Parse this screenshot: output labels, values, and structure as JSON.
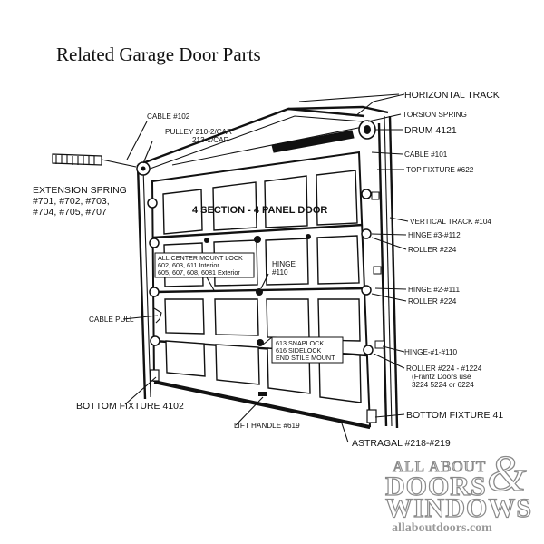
{
  "title": "Related Garage Door Parts",
  "door_title": "4 SECTION - 4 PANEL DOOR",
  "labels": {
    "horizontal_track": "HORIZONTAL TRACK",
    "torsion_spring": "TORSION SPRING",
    "drum": "DRUM 4121",
    "cable_101": "CABLE #101",
    "top_fixture": "TOP FIXTURE #622",
    "vertical_track": "VERTICAL TRACK #104",
    "hinge_3": "HINGE #3-#112",
    "roller_224_a": "ROLLER #224",
    "hinge_2": "HINGE #2-#111",
    "roller_224_b": "ROLLER #224",
    "hinge_1": "HINGE-#1-#110",
    "roller_bottom_1": "ROLLER #224 - #1224",
    "roller_bottom_2": "(Frantz Doors use",
    "roller_bottom_3": "3224  5224 or 6224",
    "bottom_fixture_41": "BOTTOM FIXTURE 41",
    "astragal": "ASTRAGAL #218-#219",
    "lift_handle": "LIFT HANDLE #619",
    "bottom_fixture_4102": "BOTTOM FIXTURE 4102",
    "cable_pull": "CABLE PULL",
    "cable_102": "CABLE #102",
    "pulley_1": "PULLEY 210-2/CAR",
    "pulley_2": "213-1/CAR",
    "ext_spring_1": "EXTENSION SPRING",
    "ext_spring_2": "#701, #702, #703,",
    "ext_spring_3": "#704, #705, #707",
    "hinge_110_1": "HINGE",
    "hinge_110_2": "#110"
  },
  "center_lock_box": [
    "ALL CENTER MOUNT LOCK",
    "602, 603, 611 Interior",
    "605, 607, 608, 6081 Exterior"
  ],
  "snaplock_box": [
    "613 SNAPLOCK",
    "616 SIDELOCK",
    "END STILE MOUNT"
  ],
  "logo": {
    "line1": "ALL ABOUT",
    "line2": "DOORS",
    "ampersand": "&",
    "line3": "WINDOWS",
    "url": "allaboutdoors.com"
  }
}
